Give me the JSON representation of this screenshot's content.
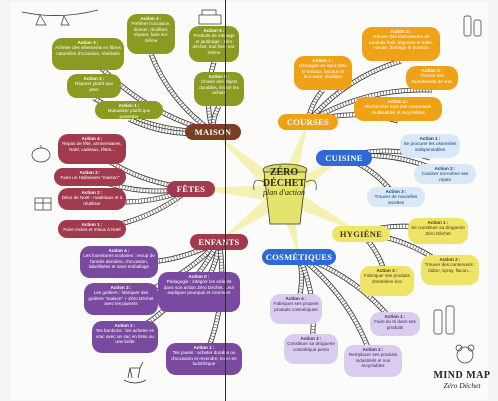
{
  "colors": {
    "maison": "#7a3f22",
    "courses": "#f0a216",
    "cuisine": "#2d6ad6",
    "hygiene": "#f0e468",
    "cosmetiques": "#2d6ad6",
    "enfants": "#a23a4f",
    "fetes": "#a23a4f",
    "center": "#d9d85a"
  },
  "center": {
    "title": "ZÉRO DÉCHET",
    "subtitle": "plan d'action"
  },
  "hubs": {
    "maison": "MAISON",
    "courses": "COURSES",
    "cuisine": "CUISINE",
    "hygiene": "HYGIÈNE",
    "cosmetiques": "COSMÉTIQUES",
    "enfants": "ENFANTS",
    "fetes": "FÊTES"
  },
  "maison": [
    {
      "title": "Action 3 :",
      "text": "Acheter des vêtements en fibres naturelles d'occasion, réutilisés"
    },
    {
      "title": "Action 4 :",
      "text": "Préférer l'occasion, donner, réutiliser, réparer, faire soi-même"
    },
    {
      "title": "Action 5 :",
      "text": "Produits de ménage et jardinage : zéro déchet, tout faire soi-même"
    },
    {
      "title": "Action 2 :",
      "text": "Réparer plutôt que jeter"
    },
    {
      "title": "Action 6 :",
      "text": "Choisir des objets durables, limiter les achats"
    },
    {
      "title": "Action 1 :",
      "text": "Mutualiser plutôt que posséder"
    }
  ],
  "courses": [
    {
      "title": "Action 3 :",
      "text": "Trouver des fournisseurs de produits frais, légumes et fruits, viande, fromage et poisson"
    },
    {
      "title": "Action 1 :",
      "text": "Découper en sacs tissu et bocaux, bocaux et éco-sacs, réutiliser"
    },
    {
      "title": "Action 2 :",
      "text": "Trouver des fournisseurs de vrac"
    },
    {
      "title": "Action 4 :",
      "text": "Rechercher tous des contenants réutilisables et recyclables"
    }
  ],
  "cuisine": [
    {
      "title": "Action 1 :",
      "text": "Se procurer les ustensiles indispensables"
    },
    {
      "title": "Action 2 :",
      "text": "Cuisiner soi-même ses repas"
    },
    {
      "title": "Action 3 :",
      "text": "Trouver de nouvelles recettes"
    }
  ],
  "hygiene": [
    {
      "title": "Action 1 :",
      "text": "Se constituer sa droguerie Zéro Déchet"
    },
    {
      "title": "Action 2 :",
      "text": "Trouver des contenants : bidon, spray, flacon..."
    },
    {
      "title": "Action 3 :",
      "text": "Fabriquer ses produits d'entretien éco"
    }
  ],
  "cosmetiques": [
    {
      "title": "Action 4 :",
      "text": "Fabriquer ses propres produits cosmétiques"
    },
    {
      "title": "Action 1 :",
      "text": "Faire du tri dans ses produits"
    },
    {
      "title": "Action 3 :",
      "text": "Constituer sa droguerie cosmétique perso"
    },
    {
      "title": "Action 2 :",
      "text": "Remplacer ses produits industriels et non recyclables"
    }
  ],
  "enfants": [
    {
      "title": "Action 4 :",
      "text": "Les fournitures scolaires : recup de l'année dernière, d'occasion, labellisées et sans emballage"
    },
    {
      "title": "Action 3 :",
      "text": "Les goûters : fabriquer des goûters \"maison\" + Zéro Déchet avec les parents"
    },
    {
      "title": "Action 0 :",
      "text": "Pédagogie : intégrer les enfants dans son action Zéro Déchet. Leur expliquer pourquoi et comment"
    },
    {
      "title": "Action 2 :",
      "text": "Tes bonbons : les acheter en vrac avec un sac en tissu ou une boîte"
    },
    {
      "title": "Action 1 :",
      "text": "Tes jouets : acheter durable ou d'occasion et revendre, louer en ludothèque"
    }
  ],
  "fetes": [
    {
      "title": "Action 4 :",
      "text": "Repas de fête, anniversaires, Noël, cadeaux, fêtes..."
    },
    {
      "title": "Action 3 :",
      "text": "Faire un Halloween \"maison\""
    },
    {
      "title": "Action 2 :",
      "text": "Déco de Noël : matériaux et à réutiliser"
    },
    {
      "title": "Action 1 :",
      "text": "Faire moins et mieux à Noël"
    }
  ],
  "signature": {
    "title": "MIND MAP",
    "subtitle": "Zéro Déchet"
  }
}
